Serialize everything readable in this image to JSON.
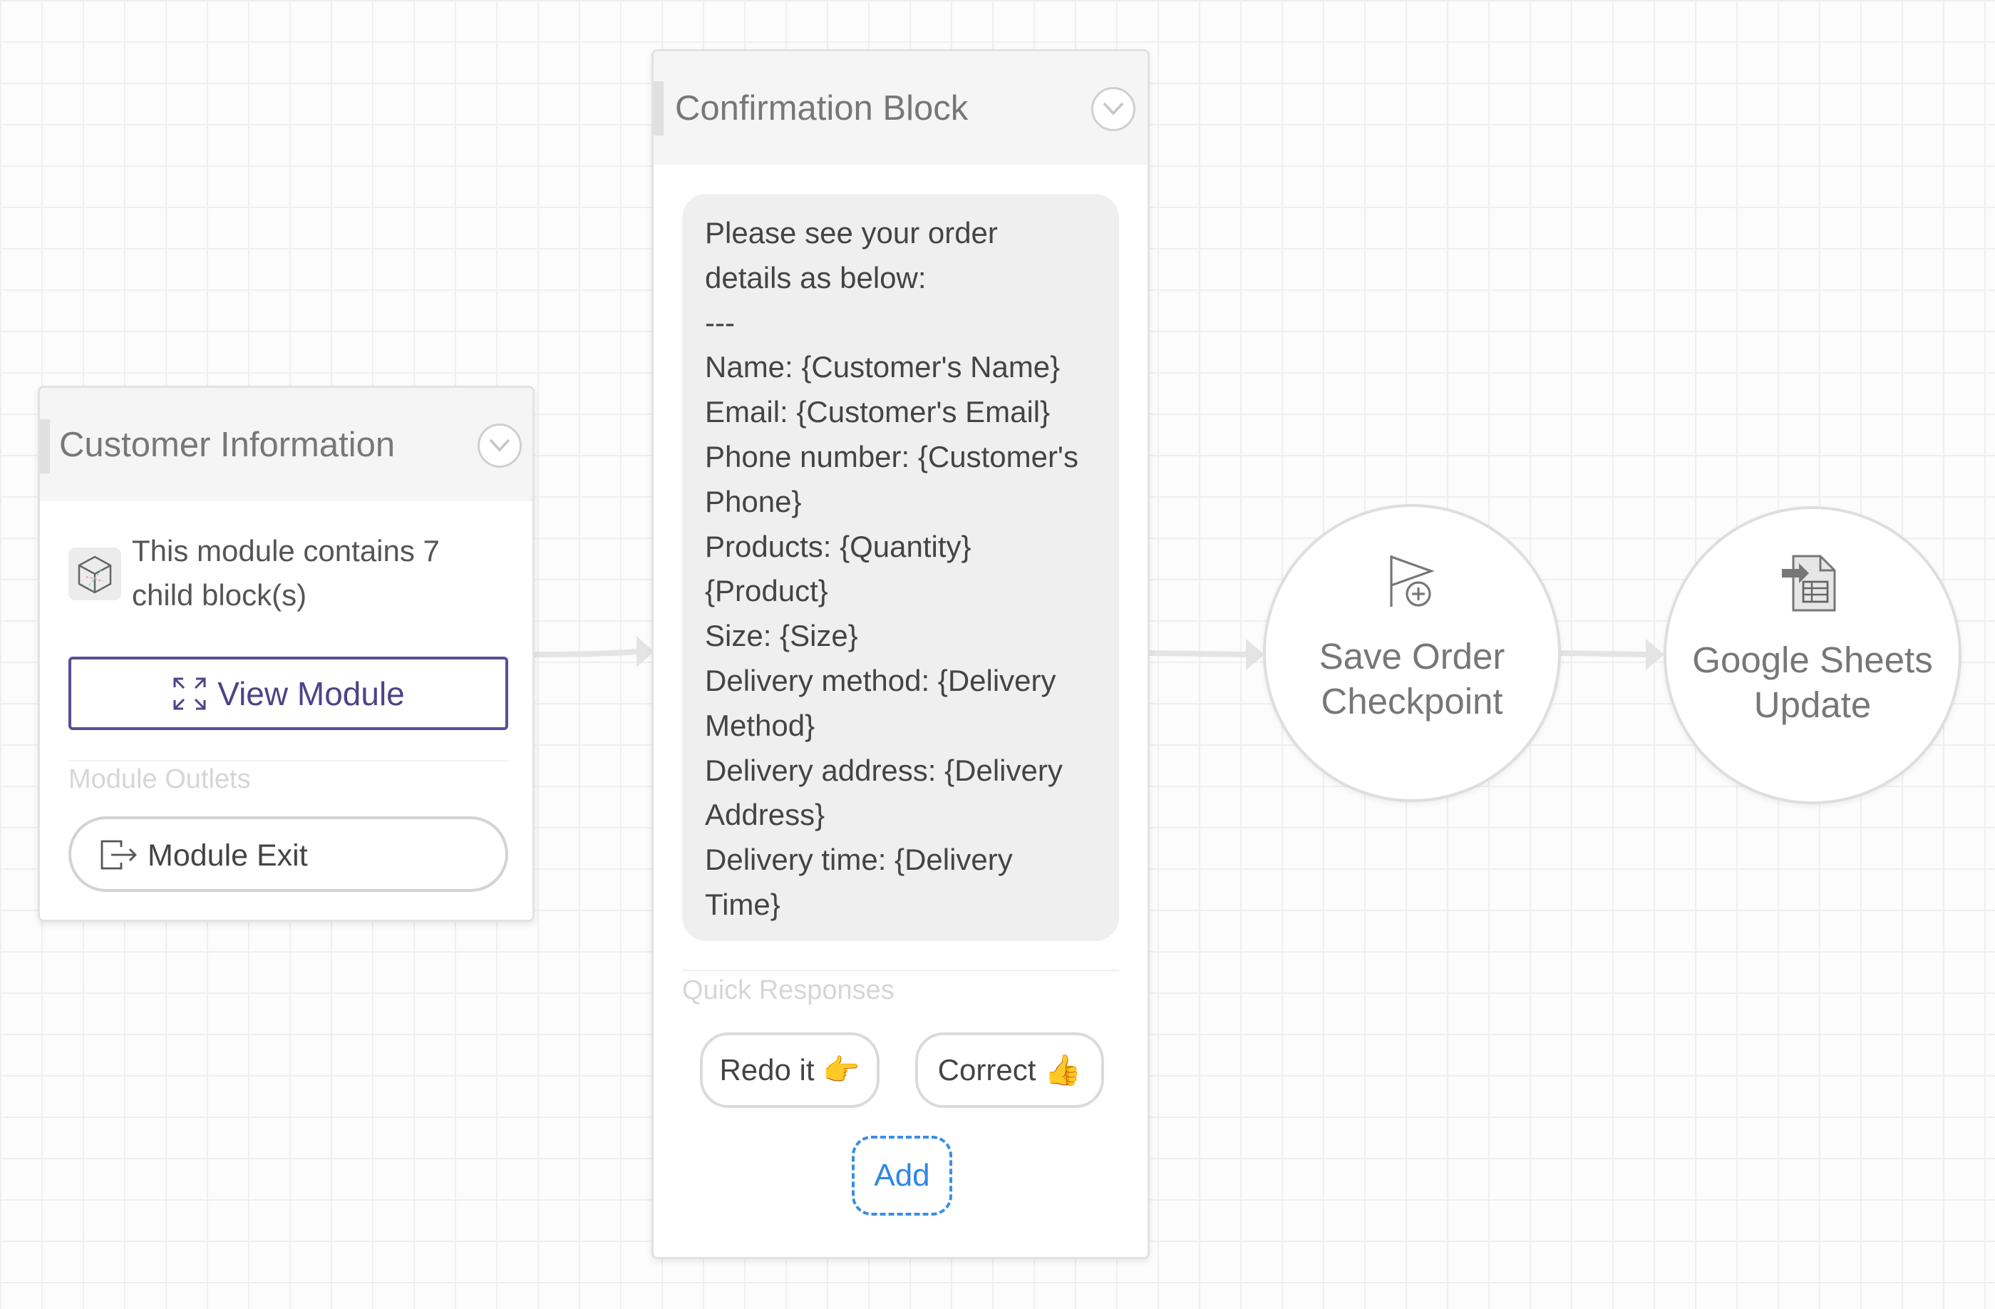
{
  "customer_block": {
    "title": "Customer Information",
    "description": "This module contains 7 child block(s)",
    "view_module_label": "View Module",
    "outlets_label": "Module Outlets",
    "module_exit_label": "Module Exit"
  },
  "confirmation_block": {
    "title": "Confirmation Block",
    "message_lines": [
      "Please see your order",
      "details as below:",
      "---",
      "Name: {Customer's Name}",
      "Email: {Customer's Email}",
      "Phone number: {Customer's",
      "Phone}",
      "Products: {Quantity}",
      "{Product}",
      "Size: {Size}",
      "Delivery method: {Delivery",
      "Method}",
      "Delivery address: {Delivery",
      "Address}",
      "Delivery time: {Delivery",
      "Time}"
    ],
    "quick_responses_label": "Quick Responses",
    "quick_responses": [
      "Redo it 👉",
      "Correct 👍"
    ],
    "add_label": "Add"
  },
  "save_checkpoint": {
    "label_line1": "Save Order",
    "label_line2": "Checkpoint",
    "icon": "flag-plus-icon"
  },
  "sheets_update": {
    "label_line1": "Google Sheets",
    "label_line2": "Update",
    "icon": "sheet-import-icon"
  },
  "colors": {
    "canvas_grid": "#efefef",
    "view_module_border": "#5b4e96",
    "add_button": "#2f86e8",
    "connector": "#e4e4e4"
  }
}
